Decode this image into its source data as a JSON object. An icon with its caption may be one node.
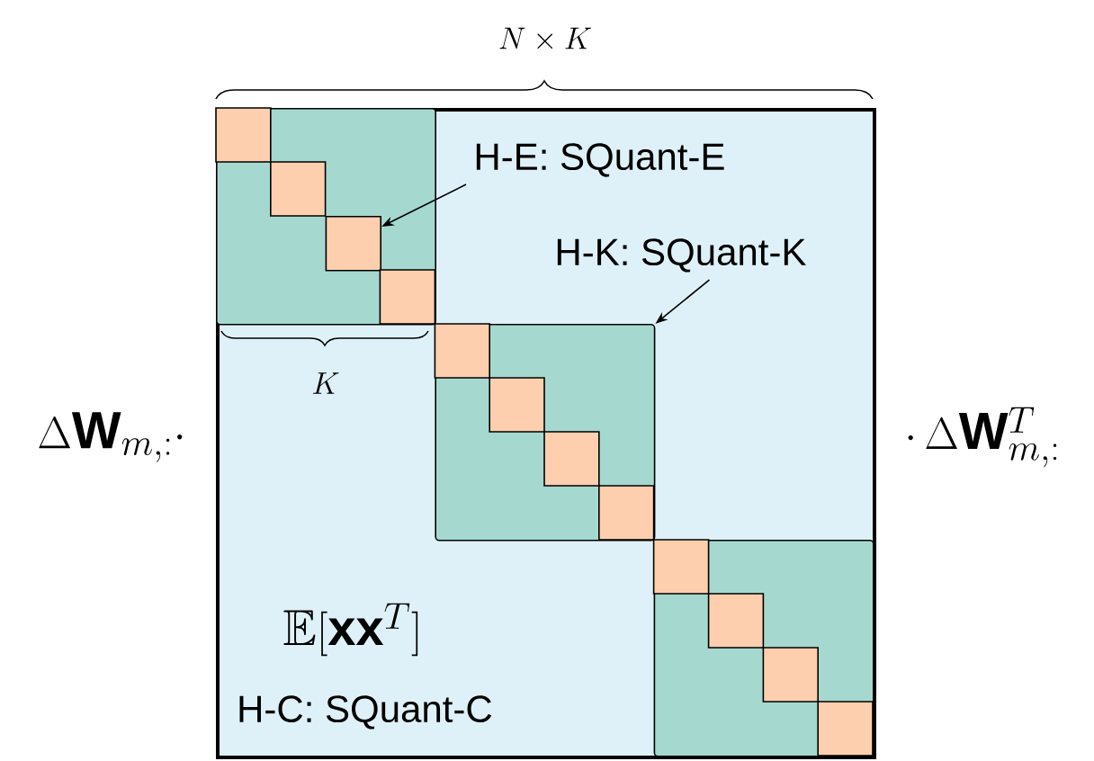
{
  "diagram": {
    "nodes": [
      {
        "text": [
          "\\mathbb{E}[\\mathbf{x}\\mathbf{x}^{T}]",
          "H-C: SQuant-C"
        ]
      },
      {
        "text": [],
        "shape": "box",
        "in": 0
      },
      {
        "text": [],
        "shape": "box",
        "in": 0
      },
      {
        "text": [],
        "shape": "box",
        "in": 0
      },
      {
        "text": [],
        "shape": "box",
        "in": 1
      },
      {
        "text": [
          "H-E: SQuant-E"
        ],
        "in": 0
      },
      {
        "text": [
          "H-K: SQuant-K"
        ],
        "in": 0
      }
    ],
    "edges": [
      {
        "from": 5,
        "to": 4,
        "arrow": "to"
      },
      {
        "from": 6,
        "to": 2,
        "arrow": "to"
      }
    ],
    "labels": [
      "N \\times K",
      "K",
      "\\Delta\\mathbf{W}_{m,:} \\cdot",
      "\\cdot\\, \\Delta\\mathbf{W}_{m,:}^{T}"
    ]
  }
}
